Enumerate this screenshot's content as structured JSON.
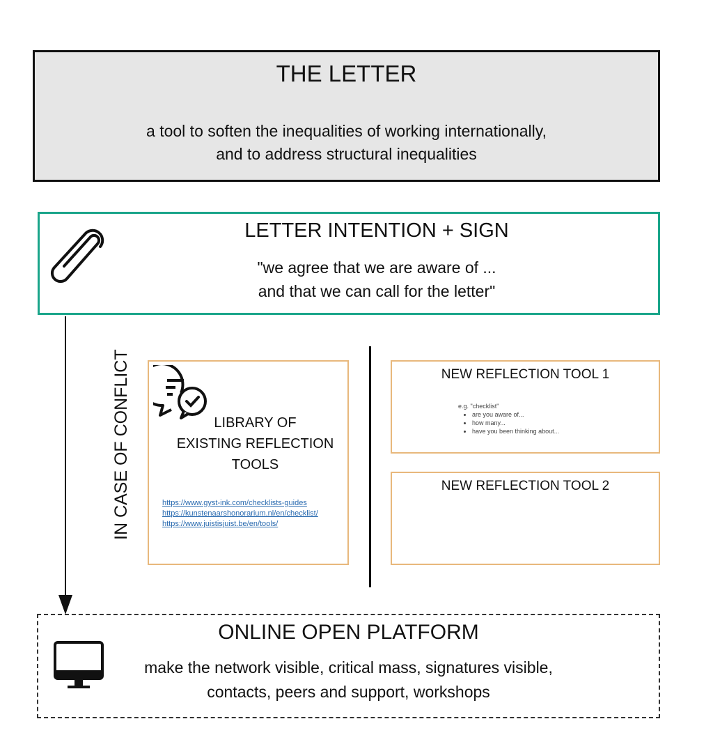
{
  "letter": {
    "title": "THE LETTER",
    "subtitle_line1": "a tool to soften the inequalities of working internationally,",
    "subtitle_line2": "and to address structural inequalities"
  },
  "intention": {
    "title": "LETTER INTENTION + SIGN",
    "quote_line1": "\"we agree that we are aware of ...",
    "quote_line2": "and that we can call for the letter\"",
    "icon": "paperclip-icon"
  },
  "conflict_label": "IN CASE OF CONFLICT",
  "library": {
    "title_line1": "LIBRARY OF",
    "title_line2": "EXISTING REFLECTION",
    "title_line3": "TOOLS",
    "icon": "chat-check-icon",
    "links": [
      "https://www.gyst-ink.com/checklists-guides",
      "https://kunstenaarshonorarium.nl/en/checklist/",
      "https://www.juistisjuist.be/en/tools/"
    ]
  },
  "tool1": {
    "title": "NEW REFLECTION TOOL 1",
    "example": "e.g. \"checklist\"",
    "items": [
      "are you aware of...",
      "how many...",
      "have you been thinking about..."
    ]
  },
  "tool2": {
    "title": "NEW REFLECTION TOOL 2"
  },
  "platform": {
    "title": "ONLINE OPEN PLATFORM",
    "line1": "make the network visible, critical mass, signatures visible,",
    "line2": "contacts, peers and support, workshops",
    "icon": "monitor-icon"
  },
  "colors": {
    "letter_bg": "#e6e6e6",
    "intention_border": "#1aa58a",
    "tool_border": "#e8b87c",
    "link": "#2a6bb0"
  }
}
